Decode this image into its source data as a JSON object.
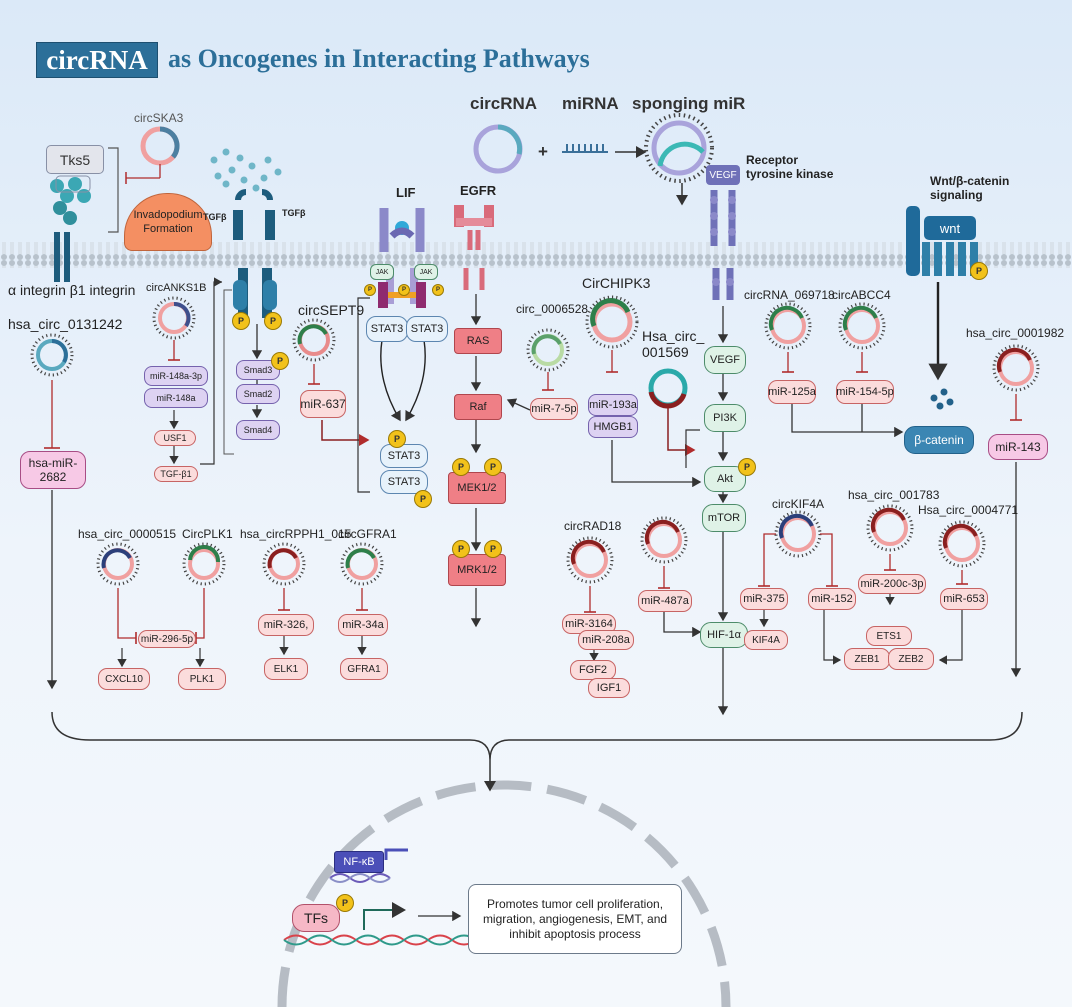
{
  "title": {
    "highlight": "circRNA",
    "rest": "as Oncogenes in Interacting Pathways"
  },
  "legend": {
    "circrna": "circRNA",
    "mirna": "miRNA",
    "sponging": "sponging miR",
    "plus": "+"
  },
  "left": {
    "tks5": "Tks5",
    "circska3": "circSKA3",
    "invadopodium": "Invadopodium Formation",
    "integrin": "α integrin β1 integrin",
    "hsa_circ_0131242": "hsa_circ_0131242",
    "hsa_mir_2682": "hsa-miR-2682"
  },
  "tgfb": {
    "ligand1": "TGFβ",
    "ligand2": "TGFβ",
    "circanks1b": "circANKS1B",
    "mir148a3p": "miR-148a-3p",
    "mir148a": "miR-148a",
    "usf1": "USF1",
    "tgfb1": "TGF-β1",
    "smad3": "Smad3",
    "smad2": "Smad2",
    "smad4": "Smad4",
    "p": "P"
  },
  "lif": {
    "label": "LIF",
    "jak1": "JAK",
    "jak2": "JAK",
    "stat3a": "STAT3",
    "stat3b": "STAT3",
    "stat3c": "STAT3",
    "stat3d": "STAT3",
    "circsept9": "circSEPT9",
    "mir637": "miR-637"
  },
  "egfr": {
    "label": "EGFR",
    "ras": "RAS",
    "raf": "Raf",
    "mek": "MEK1/2",
    "mrk": "MRK1/2",
    "circ_0006528": "circ_0006528",
    "mir7": "miR-7-5p"
  },
  "rtk": {
    "label": "Receptor tyrosine kinase",
    "vegf_top": "VEGF",
    "vegf": "VEGF",
    "pi3k": "PI3K",
    "akt": "Akt",
    "mtor": "mTOR",
    "hif": "HIF-1α",
    "circhipk3": "CirCHIPK3",
    "mir193a": "miR-193a",
    "hmgb1": "HMGB1",
    "hsa_circ_001569": "Hsa_circ_ 001569"
  },
  "wnt": {
    "label": "Wnt/β-catenin signaling",
    "wnt": "wnt",
    "bcat": "β-catenin",
    "circrna_069718": "circRNA_069718",
    "circabcc4": "circABCC4",
    "mir125a": "miR-125a",
    "mir154": "miR-154-5p",
    "hsa_circ_0001982": "hsa_circ_0001982",
    "mir143": "miR-143"
  },
  "lower_left": {
    "hsa_circ_0000515": "hsa_circ_0000515",
    "circplk1": "CircPLK1",
    "mir296": "miR-296-5p",
    "cxcl10": "CXCL10",
    "plk1": "PLK1",
    "hsa_circrpph1": "hsa_circRPPH1_015",
    "mir326": "miR-326,",
    "elk1": "ELK1",
    "circgfra1": "circGFRA1",
    "mir34a": "miR-34a",
    "gfra1": "GFRA1"
  },
  "lower_right": {
    "circrad18": "circRAD18",
    "mir3164": "miR-3164",
    "mir208a": "miR-208a",
    "fgf2": "FGF2",
    "igf1": "IGF1",
    "mir487a": "miR-487a",
    "circkif4a": "circKIF4A",
    "mir375": "miR-375",
    "kif4a": "KIF4A",
    "mir152": "miR-152",
    "hsa_circ_001783": "hsa_circ_001783",
    "hsa_circ_0004771": "Hsa_circ_0004771",
    "mir200c": "miR-200c-3p",
    "ets1": "ETS1",
    "zeb1": "ZEB1",
    "zeb2": "ZEB2",
    "mir653": "miR-653"
  },
  "nucleus": {
    "nfkb": "NF-κB",
    "tfs": "TFs",
    "p": "P",
    "outcome": "Promotes tumor cell proliferation, migration, angiogenesis, EMT, and inhibit apoptosis process"
  },
  "colors": {
    "title_bg": "#2c6f99",
    "mirna_fill": "#fbdcdc",
    "mirna_border": "#c76464",
    "kinase": "#ef7f86",
    "membrane": "#b8c2cc"
  }
}
